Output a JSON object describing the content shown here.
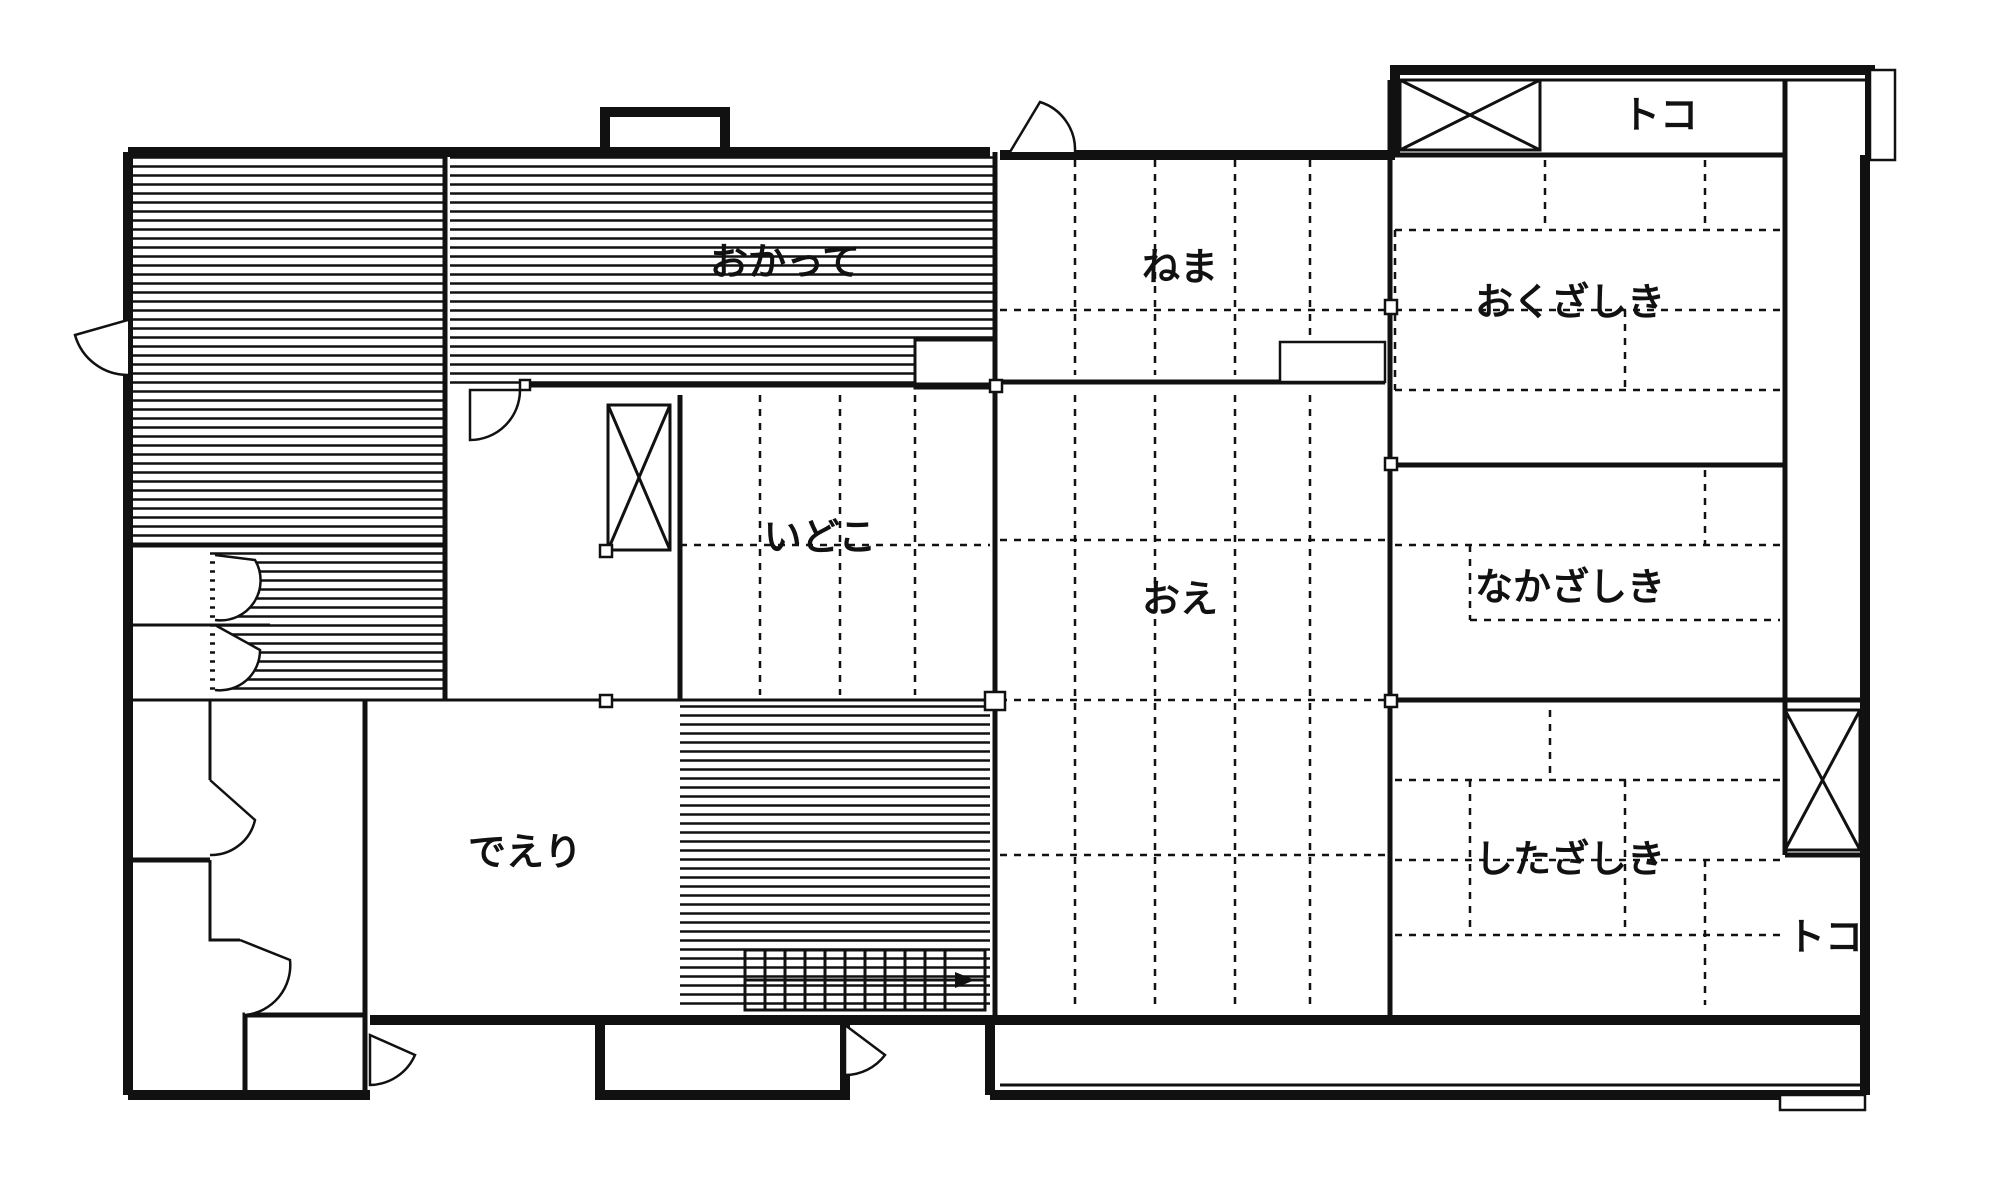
{
  "rooms": {
    "okatte": "おかって",
    "nema": "ねま",
    "okuzashiki": "おくざしき",
    "toko_top": "トコ",
    "idoko": "いどこ",
    "oe": "おえ",
    "nakazashiki": "なかざしき",
    "deri": "でえり",
    "shitazashiki": "したざしき",
    "toko_bottom": "トコ"
  }
}
